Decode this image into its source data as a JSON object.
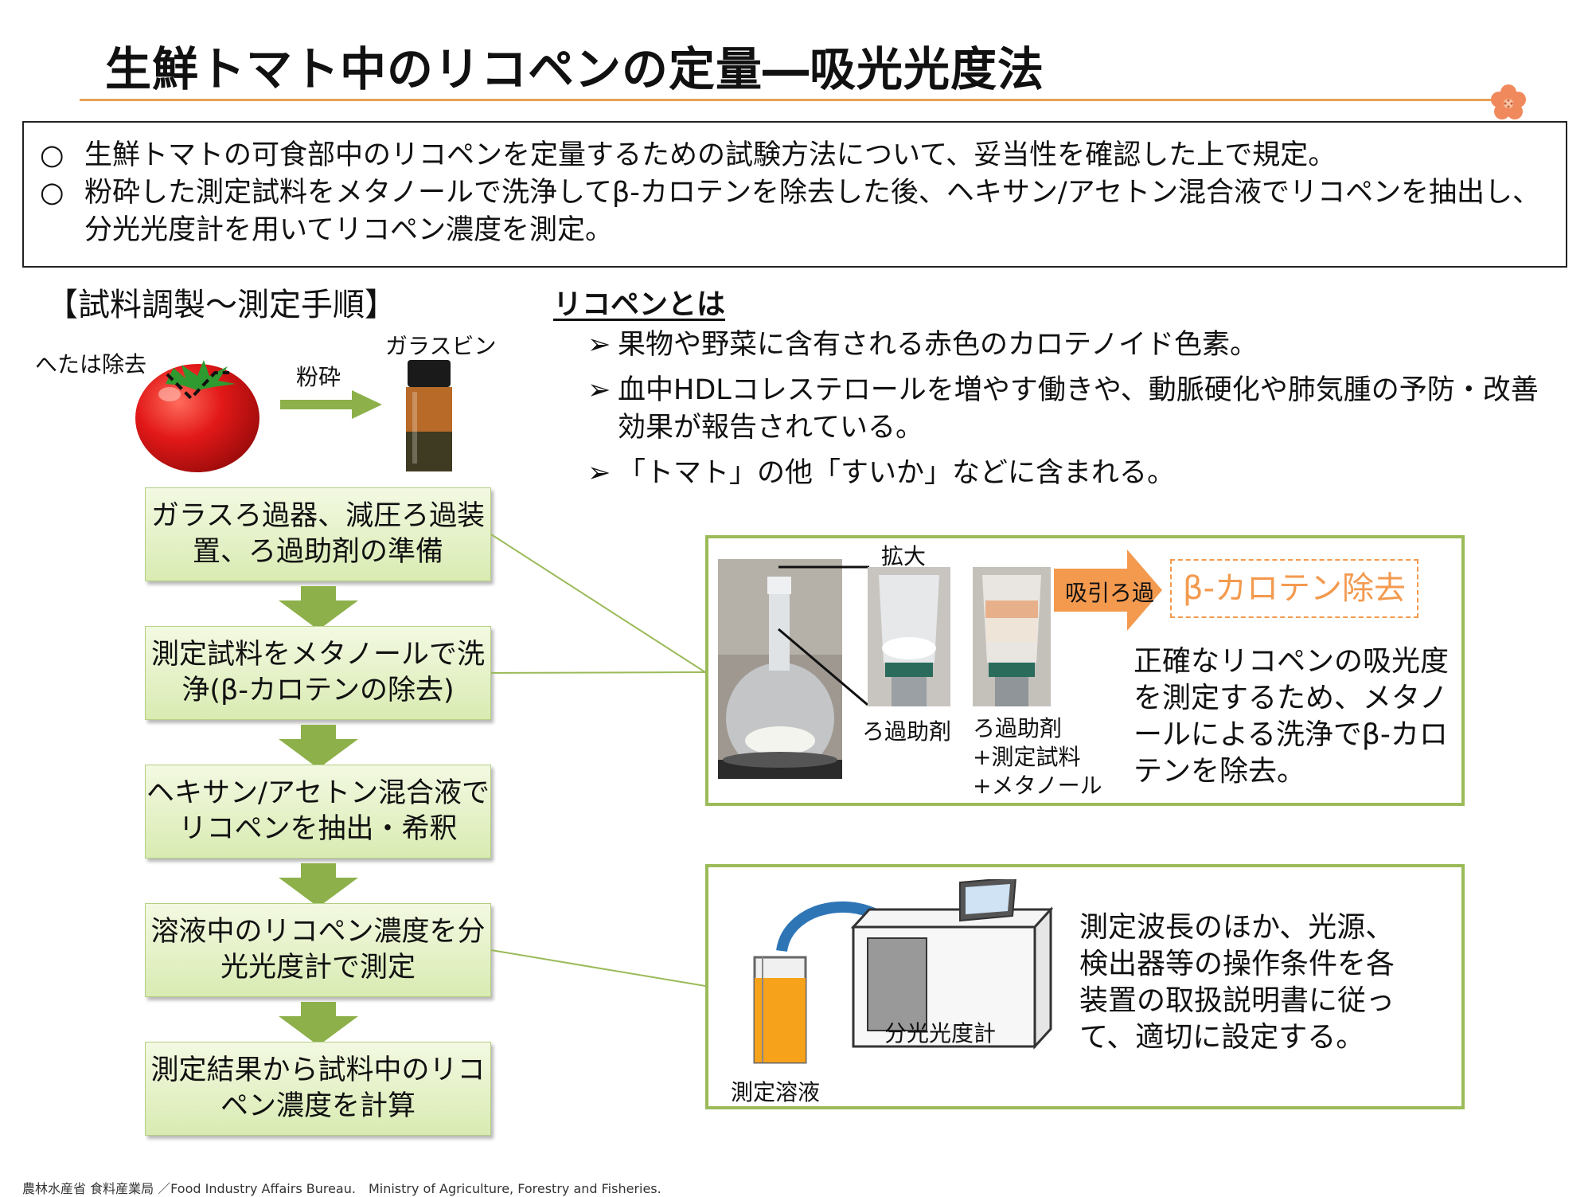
{
  "header": {
    "title": "生鮮トマト中のリコペンの定量―吸光光度法"
  },
  "summary": {
    "bullet_symbol": "○",
    "items": [
      "生鮮トマトの可食部中のリコペンを定量するための試験方法について、妥当性を確認した上で規定。",
      "粉砕した測定試料をメタノールで洗浄してβ-カロテンを除去した後、ヘキサン/アセトン混合液でリコペンを抽出し、分光光度計を用いてリコペン濃度を測定。"
    ]
  },
  "procedure": {
    "heading": "【試料調製～測定手順】",
    "tomato_label": "へたは除去",
    "grind_label": "粉砕",
    "bottle_label": "ガラスビン",
    "steps": [
      "ガラスろ過器、減圧ろ過装置、ろ過助剤の準備",
      "測定試料をメタノールで洗浄(β-カロテンの除去)",
      "ヘキサン/アセトン混合液でリコペンを抽出・希釈",
      "溶液中のリコペン濃度を分光光度計で測定",
      "測定結果から試料中のリコペン濃度を計算"
    ]
  },
  "lycopene": {
    "heading": "リコペンとは",
    "bullet_symbol": "➢",
    "items": [
      "果物や野菜に含有される赤色のカロテノイド色素。",
      "血中HDLコレステロールを増やす働きや、動脈硬化や肺気腫の予防・改善効果が報告されている。",
      "「トマト」の他「すいか」などに含まれる。"
    ]
  },
  "filtration_panel": {
    "zoom_label": "拡大",
    "aid_label": "ろ過助剤",
    "aid_sample_label": "ろ過助剤\n+測定試料\n+メタノール",
    "suction_label": "吸引ろ過",
    "result_label": "β-カロテン除去",
    "description": "正確なリコペンの吸光度を測定するため、メタノールによる洗浄でβ-カロテンを除去。"
  },
  "spectro_panel": {
    "device_label": "分光光度計",
    "solution_label": "測定溶液",
    "description": "測定波長のほか、光源、検出器等の操作条件を各装置の取扱説明書に従って、適切に設定する。"
  },
  "footer": {
    "text": "農林水産省 食料産業局 ／Food Industry Affairs Bureau.　Ministry of Agriculture, Forestry and Fisheries."
  },
  "colors": {
    "accent_orange": "#e9a154",
    "panel_green": "#9bbb59",
    "step_green": "#d9ebb2",
    "arrow_green": "#8db04a",
    "beta_orange": "#f39a4f"
  },
  "icons": [
    "flower-icon",
    "tomato-icon",
    "bottle-icon",
    "right-arrow-icon",
    "down-arrow-icon",
    "funnel-photo",
    "spectrophotometer-icon",
    "cuvette-icon"
  ]
}
